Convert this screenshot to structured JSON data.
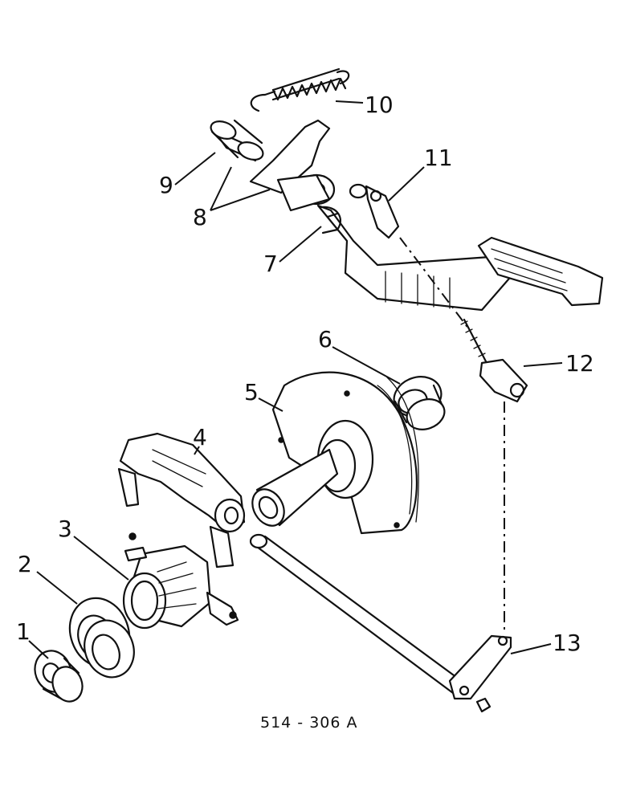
{
  "callouts": [
    "1",
    "2",
    "3",
    "4",
    "5",
    "6",
    "7",
    "8",
    "9",
    "10",
    "11",
    "12",
    "13"
  ],
  "figure_code": "514 - 306 A",
  "colors": {
    "ink": "#111111",
    "paper": "#ffffff"
  }
}
